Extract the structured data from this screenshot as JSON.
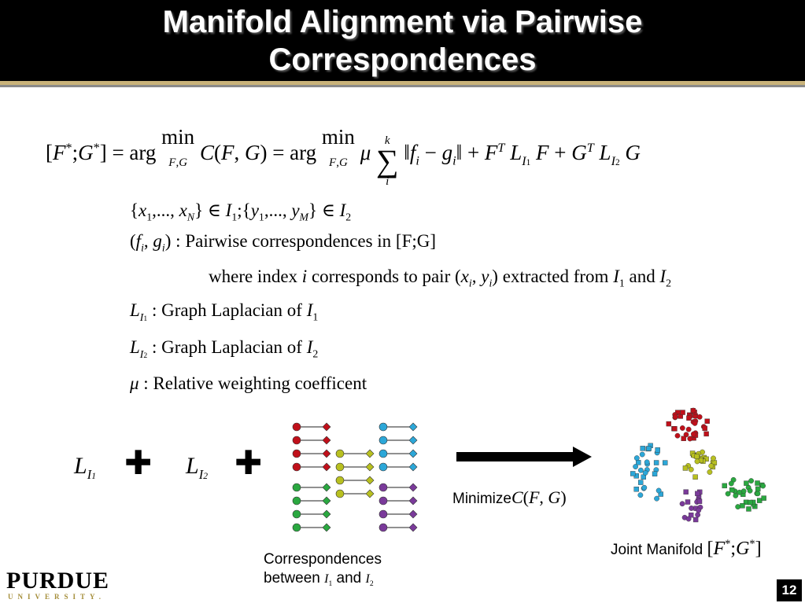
{
  "slide": {
    "title_line1": "Manifold Alignment via Pairwise",
    "title_line2": "Correspondences",
    "slide_number": "12"
  },
  "equation": {
    "lhs": "[F*;G*]",
    "op1": "= arg min",
    "under1": "F,G",
    "cost": "C(F,G)",
    "op2": "= arg min",
    "under2": "F,G",
    "sum_top": "k",
    "sum_bottom": "i",
    "rest": "‖fᵢ − gᵢ‖ + Fᵀ Lᴵ₁ F + Gᵀ Lᴵ₂ G"
  },
  "definitions": {
    "sets": "{x₁,..., xₙ} ∈ I₁;{y₁,..., yₘ} ∈ I₂",
    "pair_symbol": "(fᵢ, gᵢ) :",
    "pair_text": "Pairwise correspondences in [F;G]",
    "where_text_a": "where index",
    "where_i": "i",
    "where_text_b": "corresponds to pair",
    "where_pair": "(xᵢ, yᵢ)",
    "where_text_c": "extracted from",
    "where_and": "and",
    "L1_text": "Graph Laplacian of",
    "L2_text": "Graph Laplacian of",
    "mu_text": "Relative weighting coefficent"
  },
  "diagram": {
    "minimize_label": "Minimize",
    "minimize_expr": "C(F,G)",
    "joint_label": "Joint Manifold",
    "joint_expr": "[F*;G*]",
    "corr_line1": "Correspondences",
    "corr_line2_a": "between",
    "corr_line2_b": "and",
    "colors": {
      "red": "#c0101a",
      "green": "#2aa840",
      "olive": "#b8c020",
      "cyan": "#2ca7d8",
      "purple": "#7a3a9a"
    }
  },
  "logo": {
    "name": "PURDUE",
    "sub": "UNIVERSITY."
  }
}
